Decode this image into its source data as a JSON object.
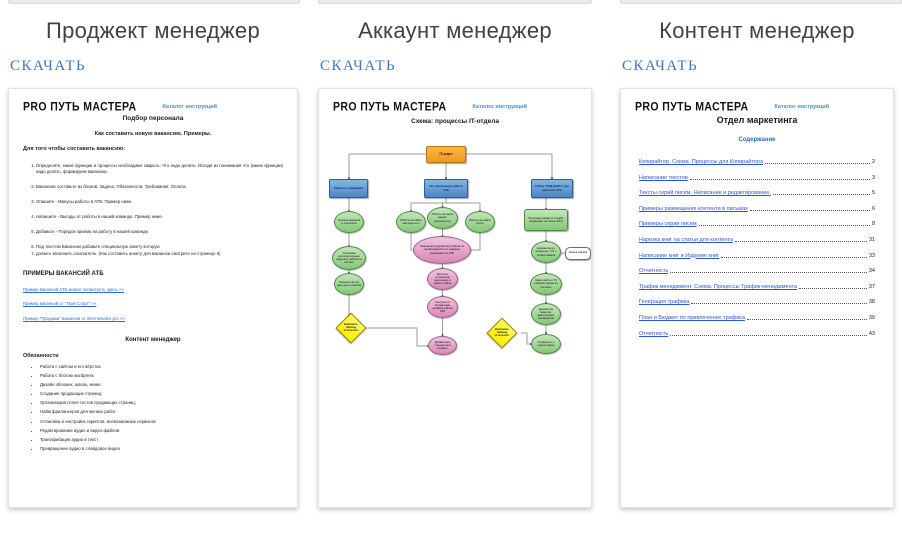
{
  "colors": {
    "download_link": "#4177b8",
    "doc_link": "#2a6ad4",
    "toc_link": "#2b55d5",
    "flow_orange": "#f2991d",
    "flow_blue": "#4a86c8",
    "flow_green": "#84c877",
    "flow_pink": "#d887ba",
    "flow_yellow": "#ffee00"
  },
  "columns": [
    {
      "title": "Проджект менеджер",
      "download": "СКАЧАТЬ"
    },
    {
      "title": "Аккаунт менеджер",
      "download": "СКАЧАТЬ"
    },
    {
      "title": "Контент менеджер",
      "download": "СКАЧАТЬ"
    }
  ],
  "doc1": {
    "logo": "PRO ПУТЬ МАСТЕРА",
    "catalog": "Каталог инструкций",
    "dept": "Подбор персонала",
    "heading": "Как составить новую вакансию. Примеры.",
    "intro": "Для того чтобы составить вакансию:",
    "items": [
      "Определите, какие функции и процессы необходимо закрыть. Что надо делать. Исходя из понимания что (какие функции) надо делать, формируем вакансию.",
      "Вакансию составьте из блоков: Задача, Обязанности, Требования, Оплата.",
      "Опишите - Минусы работы в АТБ. Пример ниже.",
      "Напишите - Выгоды от работы в нашей команде. Пример ниже.",
      "Добавьте - Порядок приема на работу в нашей команде.",
      "Под текстом Вакансии добавьте специальную анкету которую",
      "должен заполнить соискатель. (Как составить анкету для вакансии смотрите на странице 8)"
    ],
    "examples_heading": "ПРИМЕРЫ ВАКАНСИЙ АТБ",
    "links": [
      "Пример вакансий АТБ можно посмотреть здесь >>",
      "Пример вакансий от \"Твой Старт\" >>",
      "Пример \"Продажи\" вакансии от internetsales.pro >>"
    ],
    "section": "Контент менеджер",
    "duties": "Обязанности",
    "bullets": [
      "Работа с сайтом и его вёрстка",
      "Работа с блогом wordpress",
      "Дизайн обложек, шапок, меню",
      "Создание продающих страниц;",
      "Организация сплит-тестов продающих страниц;",
      "Найм фрилансеров для мелких работ",
      "Установка и настройка скриптов, всевозможных сервисов",
      "Редактирование аудио и видео файлов",
      "Транскрибация аудио в текст",
      "Превращение аудио в слайдовое видео"
    ]
  },
  "doc2": {
    "logo": "PRO ПУТЬ МАСТЕРА",
    "catalog": "Каталог инструкций",
    "title": "Схема: процессы IT-отдела",
    "nodes": {
      "root": "IT-отдел",
      "blue_left": "Работы с серверами",
      "blue_mid": "Тех обеспечение сайтов АТБ",
      "blue_right": "Сайты \"ПОД КЛЮЧ\" для клиентов АТБ",
      "left1": "Техника доменов и хостингов",
      "left2": "Установка дополнительных модулей, сайтов на хостинг",
      "left3": "Перенос на 2-й дата-центр сайтов",
      "mid_a": "Работы на сайте мастера.com",
      "mid_b": "Работы на сайте умный-ребенок.com",
      "mid_c": "Работы на сайте атб.ru",
      "pink_big": "Изменения (доработки) сайтов по необходимости по заданию руководителя АТБ",
      "pink2": "Быстрое устранение неполадок в работе сайта",
      "pink3": "Контроль и блокировка дизайна сайтов АТБ",
      "pink4": "Добавление стандартных вставок",
      "right_rect": "Получаем заявку в Службу поддержки на заказ сайта",
      "right1": "Созвониться с клиентом + ТЗ + оплата заказа",
      "callout": "Заявка офлайн",
      "right2": "Заказ сайта и ТЗ разработчикам на хостинге",
      "right3": "Доработка макетов, фактических материалов",
      "right4": "Готовность и сдача заказа",
      "diamond_left": "Заполнить таблицу отчетности",
      "diamond_right": "Заполнить таблицу отчетности"
    }
  },
  "doc3": {
    "logo": "PRO ПУТЬ МАСТЕРА",
    "catalog": "Каталог инструкций",
    "title": "Отдел маркетинга",
    "toc_heading": "Содержание",
    "toc": [
      {
        "label": "Копирайтер. Схема. Процессы для Копирайтера",
        "page": "2"
      },
      {
        "label": "Написание текстов",
        "page": "3"
      },
      {
        "label": "Тексты серий писем. Написание и редактирование.",
        "page": "5"
      },
      {
        "label": "Примеры размещения контента в письмах",
        "page": "6"
      },
      {
        "label": "Примеры серии писем",
        "page": "8"
      },
      {
        "label": "Нарезка книг на статьи для контента",
        "page": "31"
      },
      {
        "label": "Написание книг и Издание книг",
        "page": "33"
      },
      {
        "label": "Отчетность",
        "page": "34"
      },
      {
        "label": "Трафик менеджмент. Схема. Процессы Трафик-менеджмента",
        "page": "37"
      },
      {
        "label": "Генерация трафика",
        "page": "38"
      },
      {
        "label": "План и Бюджет по привлечению трафика",
        "page": "39"
      },
      {
        "label": "Отчетность",
        "page": "43"
      }
    ]
  }
}
